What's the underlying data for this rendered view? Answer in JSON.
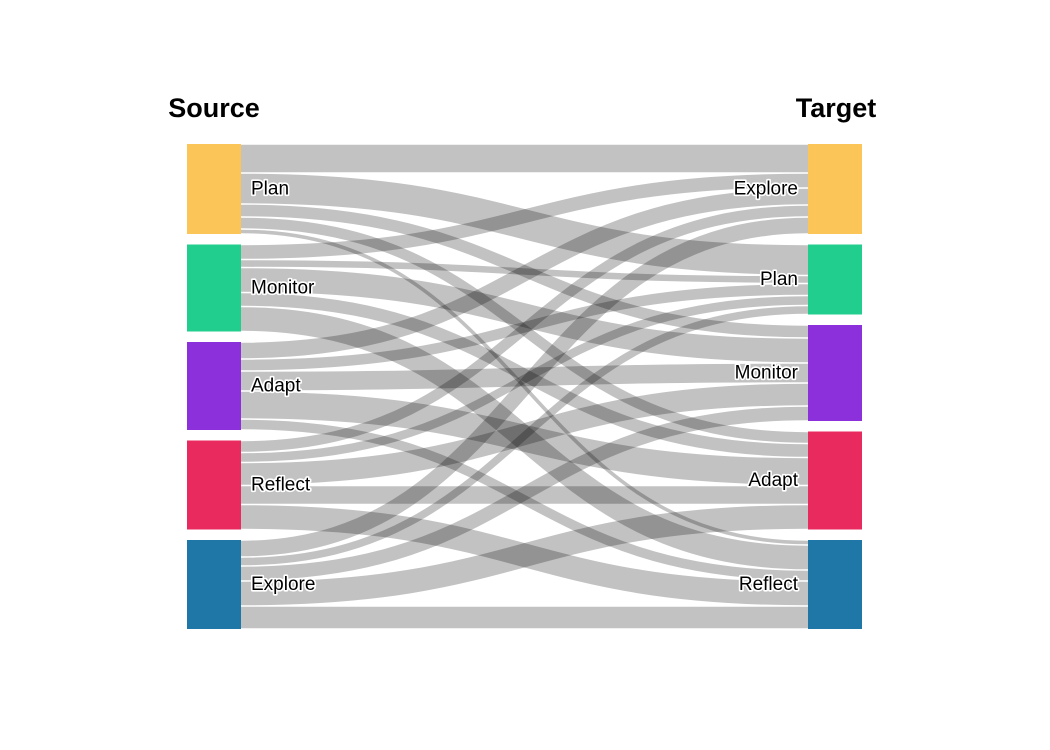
{
  "chart_data": {
    "type": "sankey",
    "title_left": "Source",
    "title_right": "Target",
    "source_nodes": [
      {
        "label": "Plan",
        "color": "#FBC557"
      },
      {
        "label": "Monitor",
        "color": "#22CE8D"
      },
      {
        "label": "Adapt",
        "color": "#8C30DB"
      },
      {
        "label": "Reflect",
        "color": "#E82A5F"
      },
      {
        "label": "Explore",
        "color": "#1F77A8"
      }
    ],
    "target_nodes": [
      {
        "label": "Explore",
        "color": "#FBC557"
      },
      {
        "label": "Plan",
        "color": "#22CE8D"
      },
      {
        "label": "Monitor",
        "color": "#8C30DB"
      },
      {
        "label": "Adapt",
        "color": "#E82A5F"
      },
      {
        "label": "Reflect",
        "color": "#1F77A8"
      }
    ],
    "links": [
      {
        "source": "Plan",
        "target": "Explore",
        "value": 29
      },
      {
        "source": "Plan",
        "target": "Plan",
        "value": 31
      },
      {
        "source": "Plan",
        "target": "Monitor",
        "value": 13
      },
      {
        "source": "Plan",
        "target": "Adapt",
        "value": 12
      },
      {
        "source": "Plan",
        "target": "Reflect",
        "value": 5
      },
      {
        "source": "Monitor",
        "target": "Explore",
        "value": 15
      },
      {
        "source": "Monitor",
        "target": "Plan",
        "value": 8
      },
      {
        "source": "Monitor",
        "target": "Monitor",
        "value": 25
      },
      {
        "source": "Monitor",
        "target": "Adapt",
        "value": 14
      },
      {
        "source": "Monitor",
        "target": "Reflect",
        "value": 25
      },
      {
        "source": "Adapt",
        "target": "Explore",
        "value": 17
      },
      {
        "source": "Adapt",
        "target": "Plan",
        "value": 12
      },
      {
        "source": "Adapt",
        "target": "Monitor",
        "value": 20
      },
      {
        "source": "Adapt",
        "target": "Adapt",
        "value": 28
      },
      {
        "source": "Adapt",
        "target": "Reflect",
        "value": 11
      },
      {
        "source": "Reflect",
        "target": "Explore",
        "value": 12
      },
      {
        "source": "Reflect",
        "target": "Plan",
        "value": 10
      },
      {
        "source": "Reflect",
        "target": "Monitor",
        "value": 23
      },
      {
        "source": "Reflect",
        "target": "Adapt",
        "value": 19
      },
      {
        "source": "Reflect",
        "target": "Reflect",
        "value": 25
      },
      {
        "source": "Explore",
        "target": "Explore",
        "value": 17
      },
      {
        "source": "Explore",
        "target": "Plan",
        "value": 9
      },
      {
        "source": "Explore",
        "target": "Monitor",
        "value": 15
      },
      {
        "source": "Explore",
        "target": "Adapt",
        "value": 25
      },
      {
        "source": "Explore",
        "target": "Reflect",
        "value": 23
      }
    ],
    "link_color": "#000000",
    "link_opacity": 0.24,
    "background": "#FFFFFF",
    "layout_hints": {
      "orientation": "horizontal",
      "legend": false,
      "label_halo": true
    }
  }
}
